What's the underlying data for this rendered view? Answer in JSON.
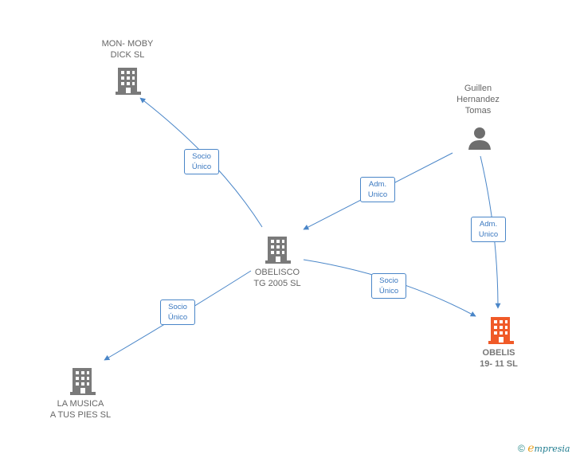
{
  "colors": {
    "edge": "#4a86c8",
    "building_default": "#7a7a7a",
    "building_highlight": "#f05a28",
    "person": "#6e6e6e"
  },
  "nodes": {
    "mon_moby": {
      "label": "MON- MOBY\nDICK  SL",
      "icon": "building-icon"
    },
    "guillen": {
      "label": "Guillen\nHernandez\nTomas",
      "icon": "person-icon"
    },
    "obelisco": {
      "label": "OBELISCO\nTG 2005  SL",
      "icon": "building-icon"
    },
    "obelis": {
      "label": "OBELIS\n19- 11  SL",
      "icon": "building-icon"
    },
    "la_musica": {
      "label": "LA MUSICA\nA TUS PIES  SL",
      "icon": "building-icon"
    }
  },
  "edges": {
    "obelisco_to_mon_moby": "Socio\nÚnico",
    "guillen_to_obelisco": "Adm.\nUnico",
    "guillen_to_obelis": "Adm.\nUnico",
    "obelisco_to_obelis": "Socio\nÚnico",
    "obelisco_to_la_musica": "Socio\nÚnico"
  },
  "footer": {
    "copyright": "©",
    "brand_first": "e",
    "brand_rest": "mpresia"
  }
}
